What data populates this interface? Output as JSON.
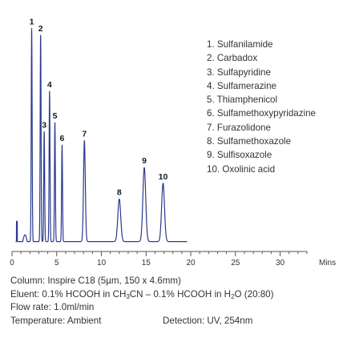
{
  "chart_data": {
    "type": "line",
    "title": "",
    "xlabel": "Mins",
    "ylabel": "",
    "xlim": [
      0,
      33
    ],
    "ylim": [
      0,
      100
    ],
    "x_ticks": [
      0,
      5,
      10,
      15,
      20,
      25,
      30
    ],
    "grid": false,
    "legend_position": "top-right",
    "line_color": "#2b3a8f",
    "baseline": 3,
    "peaks": [
      {
        "label": "1",
        "x": 2.2,
        "height": 98
      },
      {
        "label": "2",
        "x": 3.2,
        "height": 95
      },
      {
        "label": "3",
        "x": 3.6,
        "height": 52
      },
      {
        "label": "4",
        "x": 4.2,
        "height": 70
      },
      {
        "label": "5",
        "x": 4.8,
        "height": 56
      },
      {
        "label": "6",
        "x": 5.6,
        "height": 46
      },
      {
        "label": "7",
        "x": 8.1,
        "height": 48
      },
      {
        "label": "8",
        "x": 12.0,
        "height": 22
      },
      {
        "label": "9",
        "x": 14.8,
        "height": 36
      },
      {
        "label": "10",
        "x": 16.9,
        "height": 29
      }
    ],
    "legend": [
      "1. Sulfanilamide",
      "2. Carbadox",
      "3. Sulfapyridine",
      "4. Sulfamerazine",
      "5. Thiamphenicol",
      "6. Sulfamethoxypyridazine",
      "7. Furazolidone",
      "8. Sulfamethoxazole",
      "9. Sulfisoxazole",
      "10. Oxolinic acid"
    ]
  },
  "conditions": {
    "column": "Column: Inspire C18 (5µm, 150 x 4.6mm)",
    "eluent_a": "Eluent: 0.1% HCOOH in CH",
    "eluent_sub1": "3",
    "eluent_b": "CN – 0.1% HCOOH in H",
    "eluent_sub2": "2",
    "eluent_c": "O (20:80)",
    "flow_rate": "Flow rate: 1.0ml/min",
    "temperature": "Temperature: Ambient",
    "detection": "Detection: UV, 254nm"
  }
}
